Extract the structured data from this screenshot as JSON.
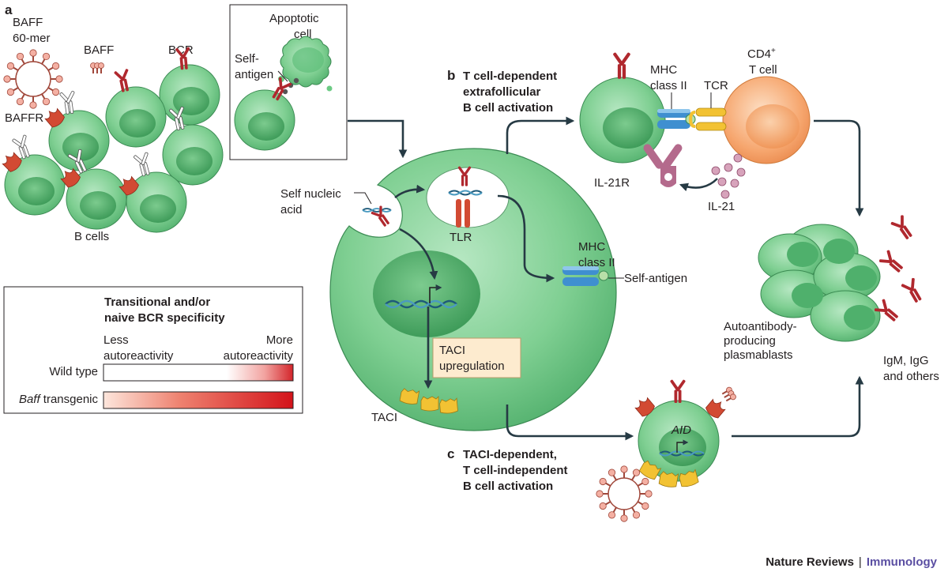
{
  "panel_a": {
    "letter": "a",
    "baff_60mer": [
      "BAFF",
      "60-mer"
    ],
    "baff": "BAFF",
    "bcr": "BCR",
    "baffr": "BAFFR",
    "b_cells": "B cells",
    "apoptotic_cell": [
      "Apoptotic",
      "cell"
    ],
    "self_antigen": [
      "Self-",
      "antigen"
    ]
  },
  "panel_b": {
    "letter": "b",
    "title": [
      "T cell-dependent",
      "extrafollicular",
      "B cell activation"
    ],
    "mhc_class_ii": [
      "MHC",
      "class II"
    ],
    "cd4": "CD4",
    "cd4_sup": "+",
    "t_cell": "T cell",
    "tcr": "TCR",
    "il21r": "IL-21R",
    "il21": "IL-21"
  },
  "panel_c": {
    "letter": "c",
    "title": [
      "TACI-dependent,",
      "T cell-independent",
      "B cell activation"
    ],
    "aid": "AID"
  },
  "center": {
    "self_nucleic_acid": [
      "Self nucleic",
      "acid"
    ],
    "tlr": "TLR",
    "mhc_class_ii": [
      "MHC",
      "class II"
    ],
    "self_antigen": "Self-antigen",
    "taci_upregulation": [
      "TACI",
      "upregulation"
    ],
    "taci": "TACI"
  },
  "plasmablasts": {
    "label": [
      "Autoantibody-",
      "producing",
      "plasmablasts"
    ],
    "antibodies": [
      "IgM, IgG",
      "and others"
    ]
  },
  "legend": {
    "title": [
      "Transitional and/or",
      "naive BCR specificity"
    ],
    "less": [
      "Less",
      "autoreactivity"
    ],
    "more": [
      "More",
      "autoreactivity"
    ],
    "wild_type": "Wild type",
    "baff_transgenic_italic": "Baff",
    "baff_transgenic_rest": " transgenic"
  },
  "footer": {
    "publisher": "Nature Reviews",
    "separator": "|",
    "journal": "Immunology"
  },
  "colors": {
    "cell_green": "#7fcf92",
    "cell_green_dark": "#4fb06c",
    "tcell_orange": "#f6a66e",
    "receptor_red": "#b0282e",
    "baffr_red": "#d24a33",
    "arrow": "#263a44",
    "taci_yellow": "#f2c233",
    "mhc_blue": "#3f8fd0",
    "il21_mauve": "#b46a8c",
    "journal_purple": "#5a4ea2"
  }
}
